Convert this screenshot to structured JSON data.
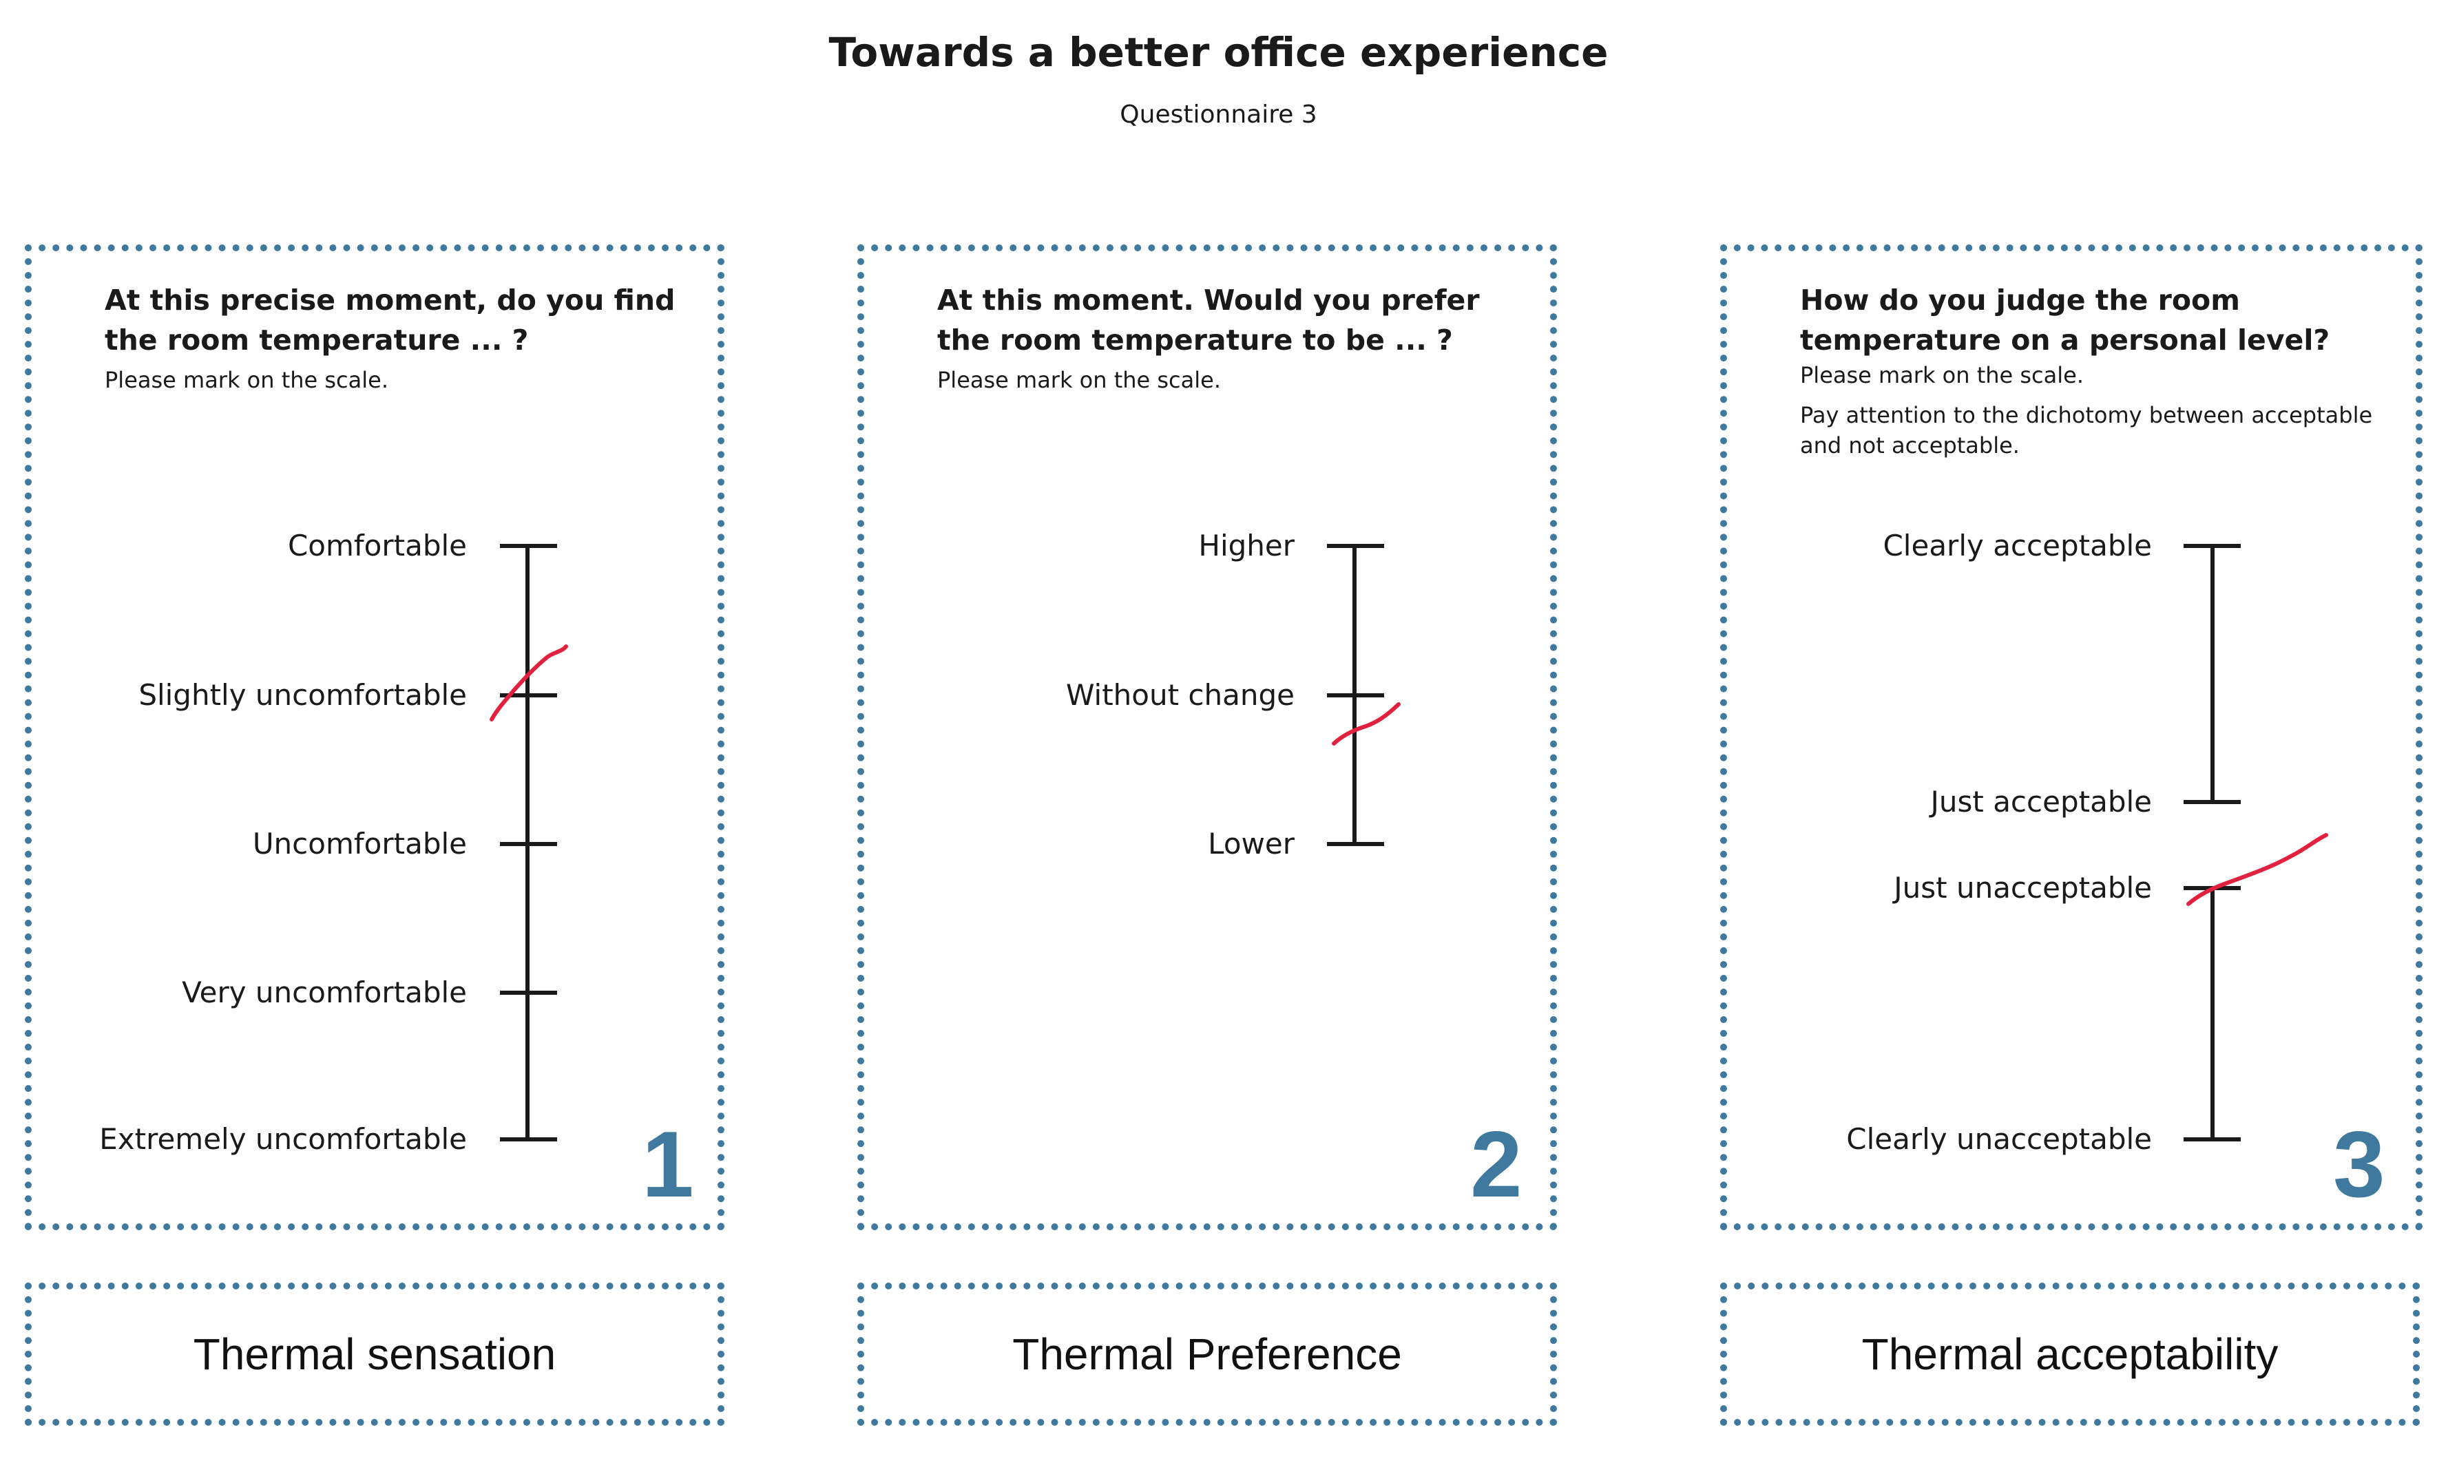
{
  "header": {
    "title": "Towards a better office experience",
    "subtitle": "Questionnaire 3"
  },
  "colors": {
    "accent": "#3f7a9e",
    "mark": "#e0223f",
    "ink": "#1a1a1a"
  },
  "panels": [
    {
      "number": "1",
      "question": "At this precise moment, do you find the room temperature ... ?",
      "instructions": [
        "Please mark on the scale."
      ],
      "scale_labels": [
        "Comfortable",
        "Slightly uncomfortable",
        "Uncomfortable",
        "Very uncomfortable",
        "Extremely uncomfortable"
      ],
      "caption": "Thermal sensation"
    },
    {
      "number": "2",
      "question": "At this moment. Would you prefer the room temperature to be ... ?",
      "instructions": [
        "Please mark on the scale."
      ],
      "scale_labels": [
        "Higher",
        "Without change",
        "Lower"
      ],
      "caption": "Thermal Preference"
    },
    {
      "number": "3",
      "question": "How do you judge the room temperature on a personal level?",
      "instructions": [
        "Please mark on the scale.",
        "Pay attention to the dichotomy between acceptable and not acceptable."
      ],
      "scale_labels": [
        "Clearly acceptable",
        "Just acceptable",
        "Just unacceptable",
        "Clearly unacceptable"
      ],
      "caption": "Thermal acceptability"
    }
  ]
}
